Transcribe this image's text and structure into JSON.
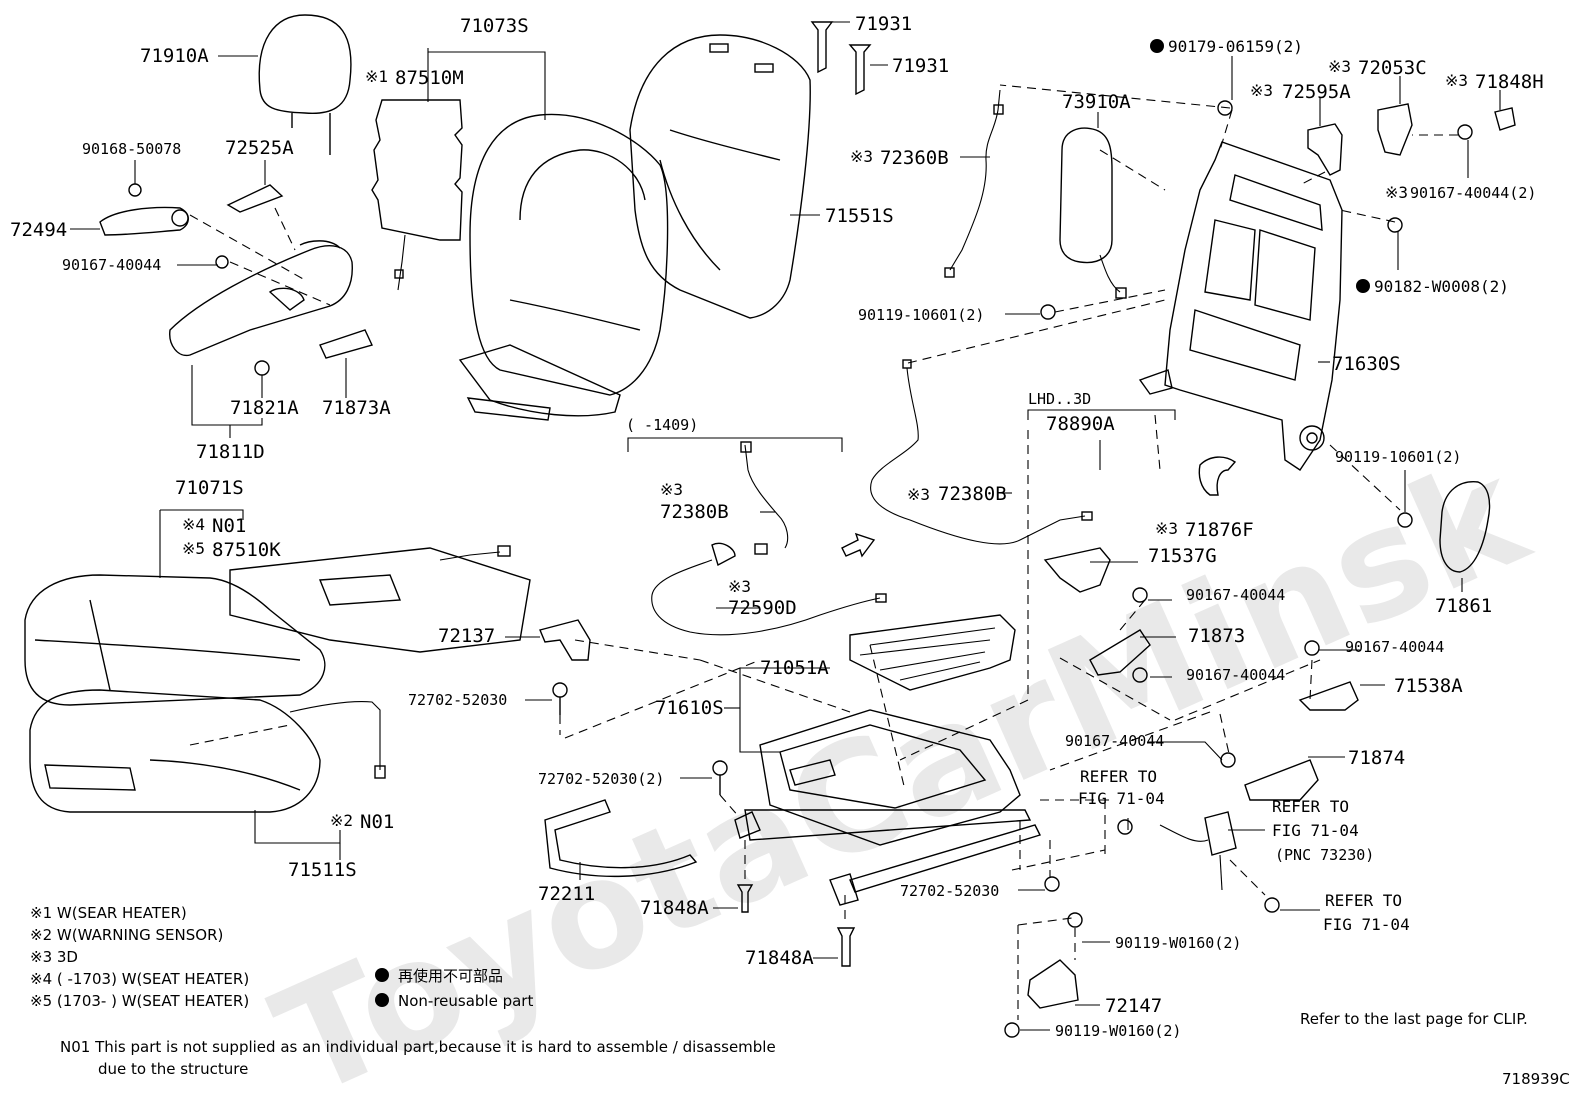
{
  "watermark": "ToyotaCarMinsk",
  "parts": {
    "p71910A": "71910A",
    "p71073S": "71073S",
    "p87510M": "87510M",
    "p71931a": "71931",
    "p71931b": "71931",
    "p90179": "90179-06159(2)",
    "p72053C": "72053C",
    "p71848H": "71848H",
    "p73910A": "73910A",
    "p72595A": "72595A",
    "p72360B": "72360B",
    "p90168": "90168-50078",
    "p72525A": "72525A",
    "p72494": "72494",
    "p90167a": "90167-40044",
    "p71551S": "71551S",
    "p90167b": "90167-40044(2)",
    "p90182": "90182-W0008(2)",
    "p90119a": "90119-10601(2)",
    "p71630S": "71630S",
    "p71821A": "71821A",
    "p71873A": "71873A",
    "p71811D": "71811D",
    "p78890A": "78890A",
    "p90119b": "90119-10601(2)",
    "p72380Ba": "72380B",
    "p72380Bb": "72380B",
    "p71071S": "71071S",
    "pN01a": "N01",
    "p87510K": "87510K",
    "p71876F": "71876F",
    "p71537G": "71537G",
    "p72590D": "72590D",
    "p90167c": "90167-40044",
    "p71861": "71861",
    "p72137": "72137",
    "p71873": "71873",
    "p90167d": "90167-40044",
    "p90167e": "90167-40044",
    "p71538A": "71538A",
    "p72702a": "72702-52030",
    "p71051A": "71051A",
    "p71610S": "71610S",
    "p90167f": "90167-40044",
    "p71874": "71874",
    "p72702b": "72702-52030(2)",
    "pN01b": "N01",
    "p71511S": "71511S",
    "p72211": "72211",
    "p71848A1": "71848A",
    "p72702c": "72702-52030",
    "p90119c": "90119-W0160(2)",
    "p71848A2": "71848A",
    "p72147": "72147",
    "p90119d": "90119-W0160(2)"
  },
  "marks": {
    "m1": "※1",
    "m3a": "※3",
    "m3b": "※3",
    "m3c": "※3",
    "m3d": "※3",
    "m3e": "※3",
    "m3f": "※3",
    "m3g": "※3",
    "m3h": "※3",
    "m3i": "※3",
    "m4": "※4",
    "m5": "※5",
    "m2": "※2"
  },
  "labels": {
    "date_range_top": "(      -1409)",
    "lhd": "LHD..3D",
    "refer1_line1": "REFER TO",
    "refer1_line2": "FIG 71-04",
    "refer2_line1": "REFER TO",
    "refer2_line2": "FIG 71-04",
    "refer2_line3": "(PNC 73230)",
    "refer3_line1": "REFER TO",
    "refer3_line2": "FIG 71-04"
  },
  "legend": {
    "n1": "※1  W(SEAR HEATER)",
    "n2": "※2  W(WARNING SENSOR)",
    "n3": "※3  3D",
    "n4": "※4  (        -1703) W(SEAT HEATER)",
    "n5": "※5  (1703-        ) W(SEAT HEATER)",
    "jp": "再使用不可部品",
    "en": "Non-reusable part",
    "n01_line1": "N01  This part is not supplied as an individual part,because it is hard to assemble / disassemble",
    "n01_line2": "due to the structure",
    "clip": "Refer to the last page for CLIP.",
    "fig": "718939C"
  }
}
